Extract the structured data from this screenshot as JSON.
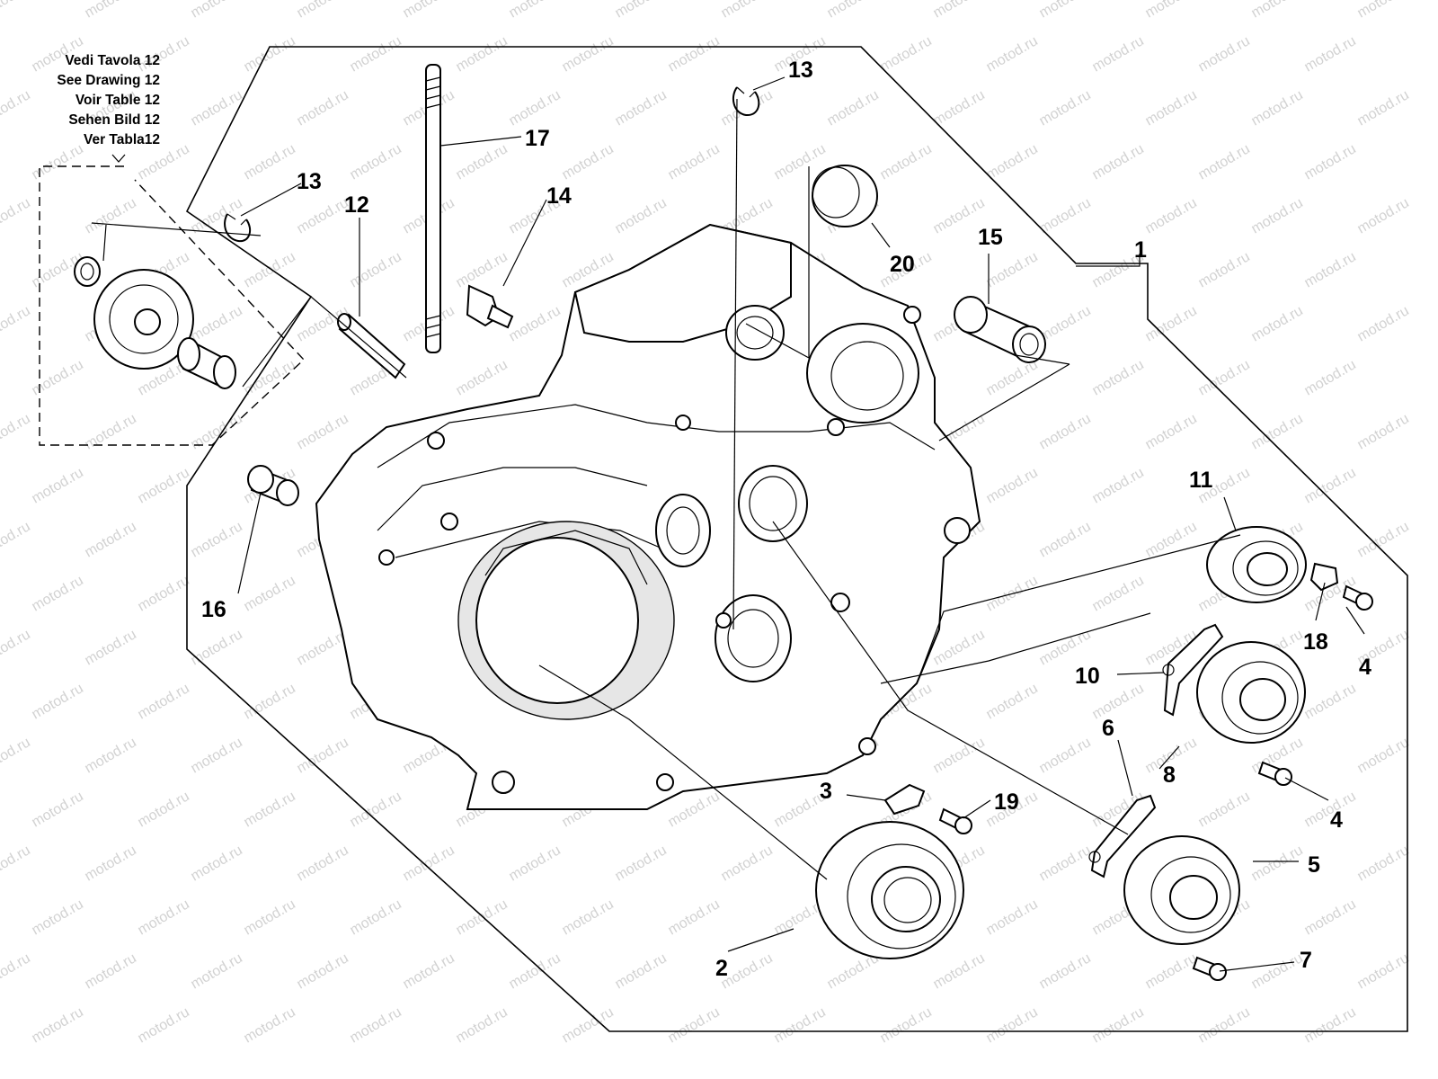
{
  "watermark": "motod.ru",
  "cross_reference": {
    "lines": [
      "Vedi Tavola 12",
      "See Drawing 12",
      "Voir Table 12",
      "Sehen Bild 12",
      "Ver Tabla12"
    ]
  },
  "callouts": [
    {
      "id": "c1",
      "label": "1"
    },
    {
      "id": "c2",
      "label": "2"
    },
    {
      "id": "c3",
      "label": "3"
    },
    {
      "id": "c4a",
      "label": "4"
    },
    {
      "id": "c4b",
      "label": "4"
    },
    {
      "id": "c5",
      "label": "5"
    },
    {
      "id": "c6",
      "label": "6"
    },
    {
      "id": "c7",
      "label": "7"
    },
    {
      "id": "c8",
      "label": "8"
    },
    {
      "id": "c10",
      "label": "10"
    },
    {
      "id": "c11",
      "label": "11"
    },
    {
      "id": "c12",
      "label": "12"
    },
    {
      "id": "c13a",
      "label": "13"
    },
    {
      "id": "c13b",
      "label": "13"
    },
    {
      "id": "c14",
      "label": "14"
    },
    {
      "id": "c15",
      "label": "15"
    },
    {
      "id": "c16",
      "label": "16"
    },
    {
      "id": "c17",
      "label": "17"
    },
    {
      "id": "c18",
      "label": "18"
    },
    {
      "id": "c19",
      "label": "19"
    },
    {
      "id": "c20",
      "label": "20"
    }
  ]
}
